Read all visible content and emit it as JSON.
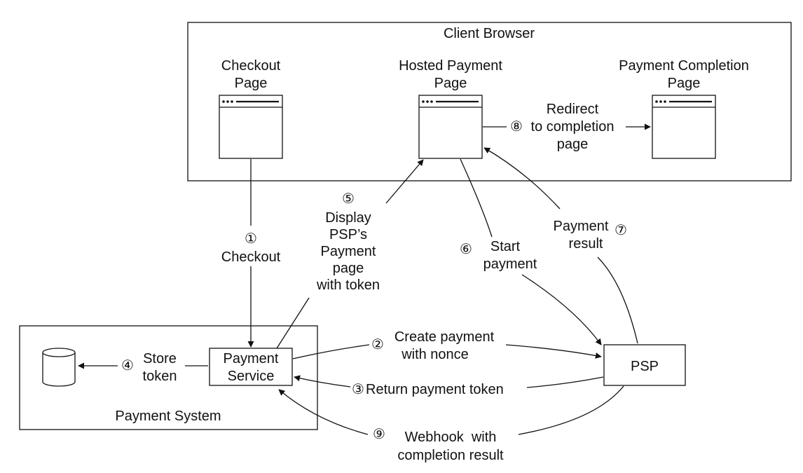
{
  "groups": {
    "client_browser": "Client Browser",
    "payment_system": "Payment System"
  },
  "pages": {
    "checkout": [
      "Checkout",
      "Page"
    ],
    "hosted_payment": [
      "Hosted Payment",
      "Page"
    ],
    "payment_completion": [
      "Payment Completion",
      "Page"
    ]
  },
  "nodes": {
    "payment_service": [
      "Payment",
      "Service"
    ],
    "psp": "PSP",
    "database_icon": "database-icon",
    "browser_window_icon": "browser-window-icon"
  },
  "steps": {
    "s1": {
      "num": "①",
      "lines": [
        "Checkout"
      ]
    },
    "s2": {
      "num": "②",
      "lines": [
        "Create payment",
        "with nonce"
      ]
    },
    "s3": {
      "num": "③",
      "lines": [
        "Return payment token"
      ]
    },
    "s4": {
      "num": "④",
      "lines": [
        "Store",
        "token"
      ]
    },
    "s5": {
      "num": "⑤",
      "lines": [
        "Display",
        "PSP’s",
        "Payment",
        "page",
        "with token"
      ]
    },
    "s6": {
      "num": "⑥",
      "lines": [
        "Start",
        "payment"
      ]
    },
    "s7": {
      "num": "⑦",
      "lines": [
        "Payment",
        "result"
      ]
    },
    "s8": {
      "num": "⑧",
      "lines": [
        "Redirect",
        "to completion",
        "page"
      ]
    },
    "s9": {
      "num": "⑨",
      "lines": [
        "Webhook  with",
        "completion result"
      ]
    }
  }
}
